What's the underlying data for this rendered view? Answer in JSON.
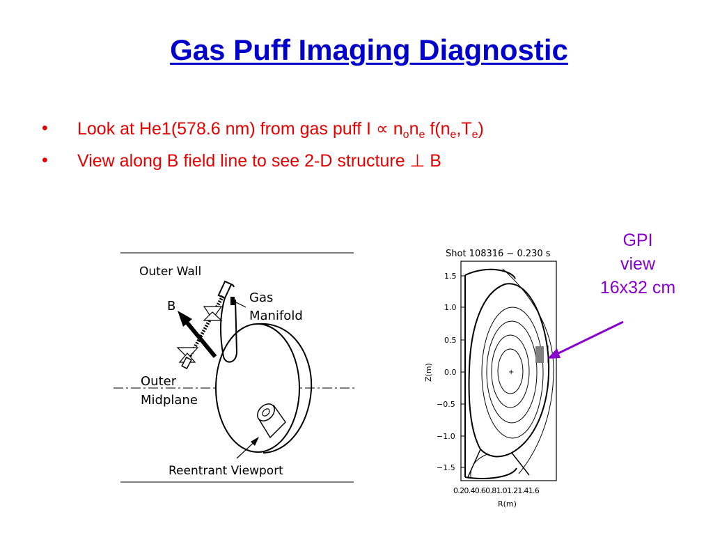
{
  "title": "Gas Puff Imaging Diagnostic",
  "bullets": [
    {
      "marker": "•",
      "parts": [
        {
          "t": "Look at He1(578.6 nm) from gas puff  I "
        },
        {
          "t": "∝"
        },
        {
          "t": " n"
        },
        {
          "t": "o",
          "sub": true
        },
        {
          "t": "n"
        },
        {
          "t": "e",
          "sub": true
        },
        {
          "t": " f(n"
        },
        {
          "t": "e",
          "sub": true
        },
        {
          "t": ",T"
        },
        {
          "t": "e",
          "sub": true
        },
        {
          "t": ")"
        }
      ]
    },
    {
      "marker": "•",
      "parts": [
        {
          "t": "View along B field line to see 2-D structure "
        },
        {
          "t": "⊥"
        },
        {
          "t": " B"
        }
      ]
    }
  ],
  "gpi_label": [
    "GPI",
    "view",
    "16x32 cm"
  ],
  "left_diagram": {
    "labels": {
      "outer_wall": "Outer Wall",
      "b": "B",
      "gas_manifold": [
        "Gas",
        "Manifold"
      ],
      "outer_midplane": [
        "Outer",
        "Midplane"
      ],
      "reentrant_viewport": "Reentrant Viewport"
    }
  },
  "plot": {
    "title": "Shot 108316 − 0.230 s",
    "ylabel": "Z(m)",
    "xlabel": "R(m)",
    "yticks": [
      "1.5",
      "1.0",
      "0.5",
      "0.0",
      "−0.5",
      "−1.0",
      "−1.5"
    ],
    "xticks_text": "0.20.40.60.81.01.21.41.6",
    "colors": {
      "arrow": "#8800cc",
      "line": "#000000",
      "gpi_box": "#808080"
    }
  }
}
